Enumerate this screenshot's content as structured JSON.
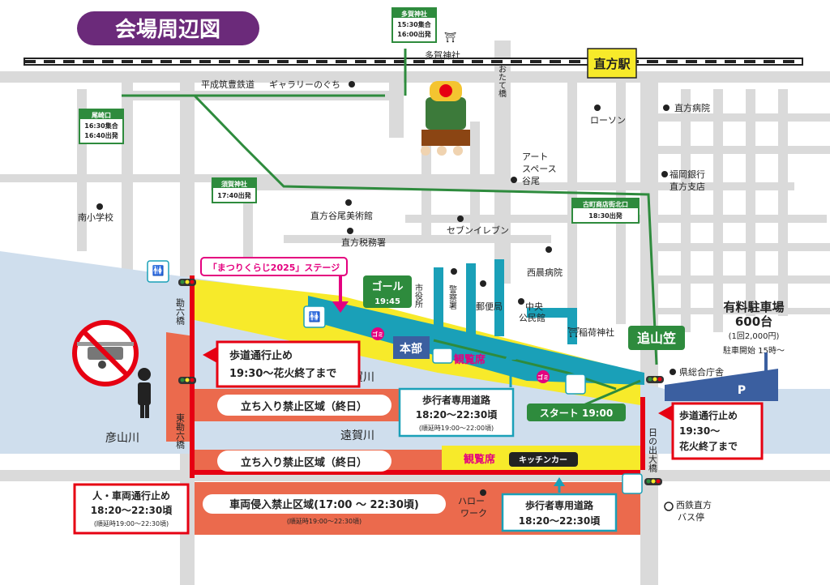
{
  "title": "会場周辺図",
  "colors": {
    "title_bg": "#6b2a7a",
    "road": "#dadada",
    "river": "#cfdeed",
    "yellow_zone": "#f7ea2a",
    "orange_zone": "#eb6a4d",
    "red": "#e60012",
    "green": "#2e8b3d",
    "teal": "#1aa0b8",
    "blue_zone": "#3b5fa0"
  },
  "railway": {
    "line_name": "平成筑豊鉄道",
    "station": "直方駅"
  },
  "route_labels": {
    "taga": {
      "name": "多賀神社",
      "time1": "15:30集合",
      "time2": "16:00出発"
    },
    "ozaki": {
      "name": "尾崎口",
      "time1": "16:30集合",
      "time2": "16:40出発"
    },
    "suga": {
      "name": "須賀神社",
      "time1": "17:40出発"
    },
    "furumachi": {
      "name": "古町商店街北口",
      "time1": "18:30出発"
    }
  },
  "landmarks": {
    "gallery": "ギャラリーのぐち",
    "taga_shrine": "多賀神社",
    "otate_bridge": "おたて橋",
    "lawson": "ローソン",
    "hospital": "直方病院",
    "art_space_1": "アート",
    "art_space_2": "スペース",
    "art_space_3": "谷尾",
    "fukuoka_bank_1": "福岡銀行",
    "fukuoka_bank_2": "直方支店",
    "minami_school": "南小学校",
    "museum": "直方谷尾美術館",
    "seven": "セブンイレブン",
    "tax_office": "直方税務署",
    "nishi_hospital": "西晨病院",
    "city_hall": "市役所",
    "police": "警察署",
    "post_office": "郵便局",
    "community_1": "中央",
    "community_2": "公民館",
    "inari": "稲荷神社",
    "kensogo": "県総合庁舎",
    "hellowork_1": "ハロー",
    "hellowork_2": "ワーク",
    "nishitetsu_1": "西鉄直方",
    "nishitetsu_2": "バス停"
  },
  "rivers": {
    "onga_1": "遠賀川",
    "onga_2": "遠賀川",
    "hikosan": "彦山川"
  },
  "bridges": {
    "kanroku": "勘六橋",
    "higashi_kanroku": "東勘六橋",
    "hinode": "日の出大橋"
  },
  "stage": {
    "name": "「まつりくらじ2025」ステージ"
  },
  "goal": {
    "label": "ゴール",
    "time": "19:45"
  },
  "start": {
    "label": "スタート 19:00"
  },
  "oiyamakasa": "追山笠",
  "honbu": "本部",
  "kanranseki": "観覧席",
  "kanranseki2": "観覧席",
  "kitchen_car": "キッチンカー",
  "toilet": "トイレ",
  "gomi": "ゴミ",
  "parking": {
    "title1": "有料駐車場",
    "title2": "600台",
    "fee": "(1回2,000円)",
    "open": "駐車開始 15時～",
    "symbol": "P"
  },
  "notices": {
    "pedestrian_stop_1": "歩道通行止め",
    "pedestrian_stop_1_time": "19:30～花火終了まで",
    "pedestrian_stop_2": "歩道通行止め",
    "pedestrian_stop_2_time": "19:30～",
    "pedestrian_stop_2_time2": "花火終了まで",
    "no_entry_1": "立ち入り禁止区域（終日）",
    "no_entry_2": "立ち入り禁止区域（終日）",
    "walkway_1": "歩行者専用道路",
    "walkway_1_time": "18:20～22:30頃",
    "walkway_1_ext": "(順延時19:00～22:00頃)",
    "walkway_2": "歩行者専用道路",
    "walkway_2_time": "18:20～22:30頃",
    "people_vehicle_stop": "人・車両通行止め",
    "people_vehicle_time": "18:20～22:30頃",
    "people_vehicle_ext": "(順延時19:00～22:30頃)",
    "vehicle_no_entry": "車両侵入禁止区域(17:00 ～ 22:30頃)",
    "vehicle_no_entry_ext": "(順延時19:00～22:30頃)"
  }
}
